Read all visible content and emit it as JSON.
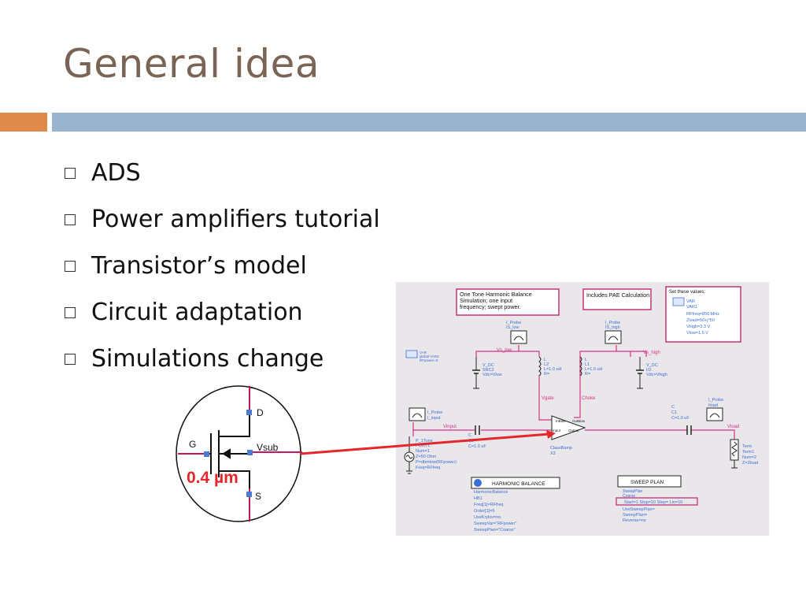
{
  "slide": {
    "title": "General idea",
    "bullets": [
      "ADS",
      "Power amplifiers tutorial",
      "Transistor’s model",
      "Circuit adaptation",
      "Simulations change"
    ]
  },
  "transistor": {
    "labels": {
      "drain": "D",
      "gate": "G",
      "source": "S",
      "substrate": "Vsub"
    },
    "size_annotation": "0.4 µm"
  },
  "schematic": {
    "notes": {
      "harmonic": "One Tone Harmonic Balance Simulation; one input frequency; swept power.",
      "pae": "Includes PAE Calculation",
      "set_values_title": "Set these values:"
    },
    "var_block": [
      "VAR",
      "VAR1",
      "RFfreq=850 MHz",
      "Zload=50+j*50",
      "Vhigh=3.3 V",
      "Vlow=1.5 V"
    ],
    "probes": {
      "is_low": [
        "I_Probe",
        "IS_low"
      ],
      "is_high": [
        "I_Probe",
        "IS_high"
      ],
      "input": [
        "I_Probe",
        "I_input"
      ],
      "load": [
        "I_Probe",
        "Iload"
      ]
    },
    "nets": {
      "vs_low": "Vs_low",
      "vs_high": "Vs_high",
      "vgate": "Vgate",
      "choke": "Choke",
      "vinput": "Vinput",
      "vload": "Vload"
    },
    "src2": [
      "V_DC",
      "SRC2",
      "Vdc=Vlow"
    ],
    "src3": [
      "V_DC",
      "I/3",
      "Vdc=Vhigh"
    ],
    "l2": [
      "L",
      "L2",
      "L=1.0 uH",
      "R="
    ],
    "l1": [
      "L",
      "L1",
      "L=1.0 uH",
      "R="
    ],
    "c_in": [
      "C",
      "C2",
      "C=1.0 uF"
    ],
    "c_out": [
      "C",
      "C1",
      "C=1.0 uF"
    ],
    "amp": {
      "pins": [
        "InBias",
        "OutBias",
        "Input",
        "Output"
      ],
      "name": [
        "ClassBamp",
        "X3"
      ]
    },
    "port": [
      "P_1Tone",
      "PORT1",
      "Num=1",
      "Z=50 Ohm",
      "P=dbmtow(RFpower)",
      "Freq=RFfreq"
    ],
    "term": [
      "Term",
      "Term1",
      "Num=2",
      "Z=Zload"
    ],
    "var2": [
      "VAR",
      "global VAR2",
      "RFpower=0"
    ],
    "hb": {
      "label": "HARMONIC BALANCE",
      "lines": [
        "HarmonicBalance",
        "HB1",
        "Freq[1]=RFfreq",
        "Order[1]=5",
        "UseKrylov=no",
        "SweepVar=\"RFpower\"",
        "SweepPlan=\"Coarse\""
      ]
    },
    "sweep": {
      "label": "SWEEP PLAN",
      "top": "SweepPlan",
      "highlight": "Start=1 Stop=10 Step= Lin=10",
      "lines": [
        "Coarse",
        "UseSweepPlan=",
        "SweepPlan=",
        "Reverse=no"
      ]
    }
  },
  "colors": {
    "title": "#7a6456",
    "accent_orange": "#dd8a4a",
    "accent_blue": "#98b4cf",
    "wire": "#d63384",
    "annotation_red": "#e5262b",
    "label_blue": "#3b6fd8"
  }
}
